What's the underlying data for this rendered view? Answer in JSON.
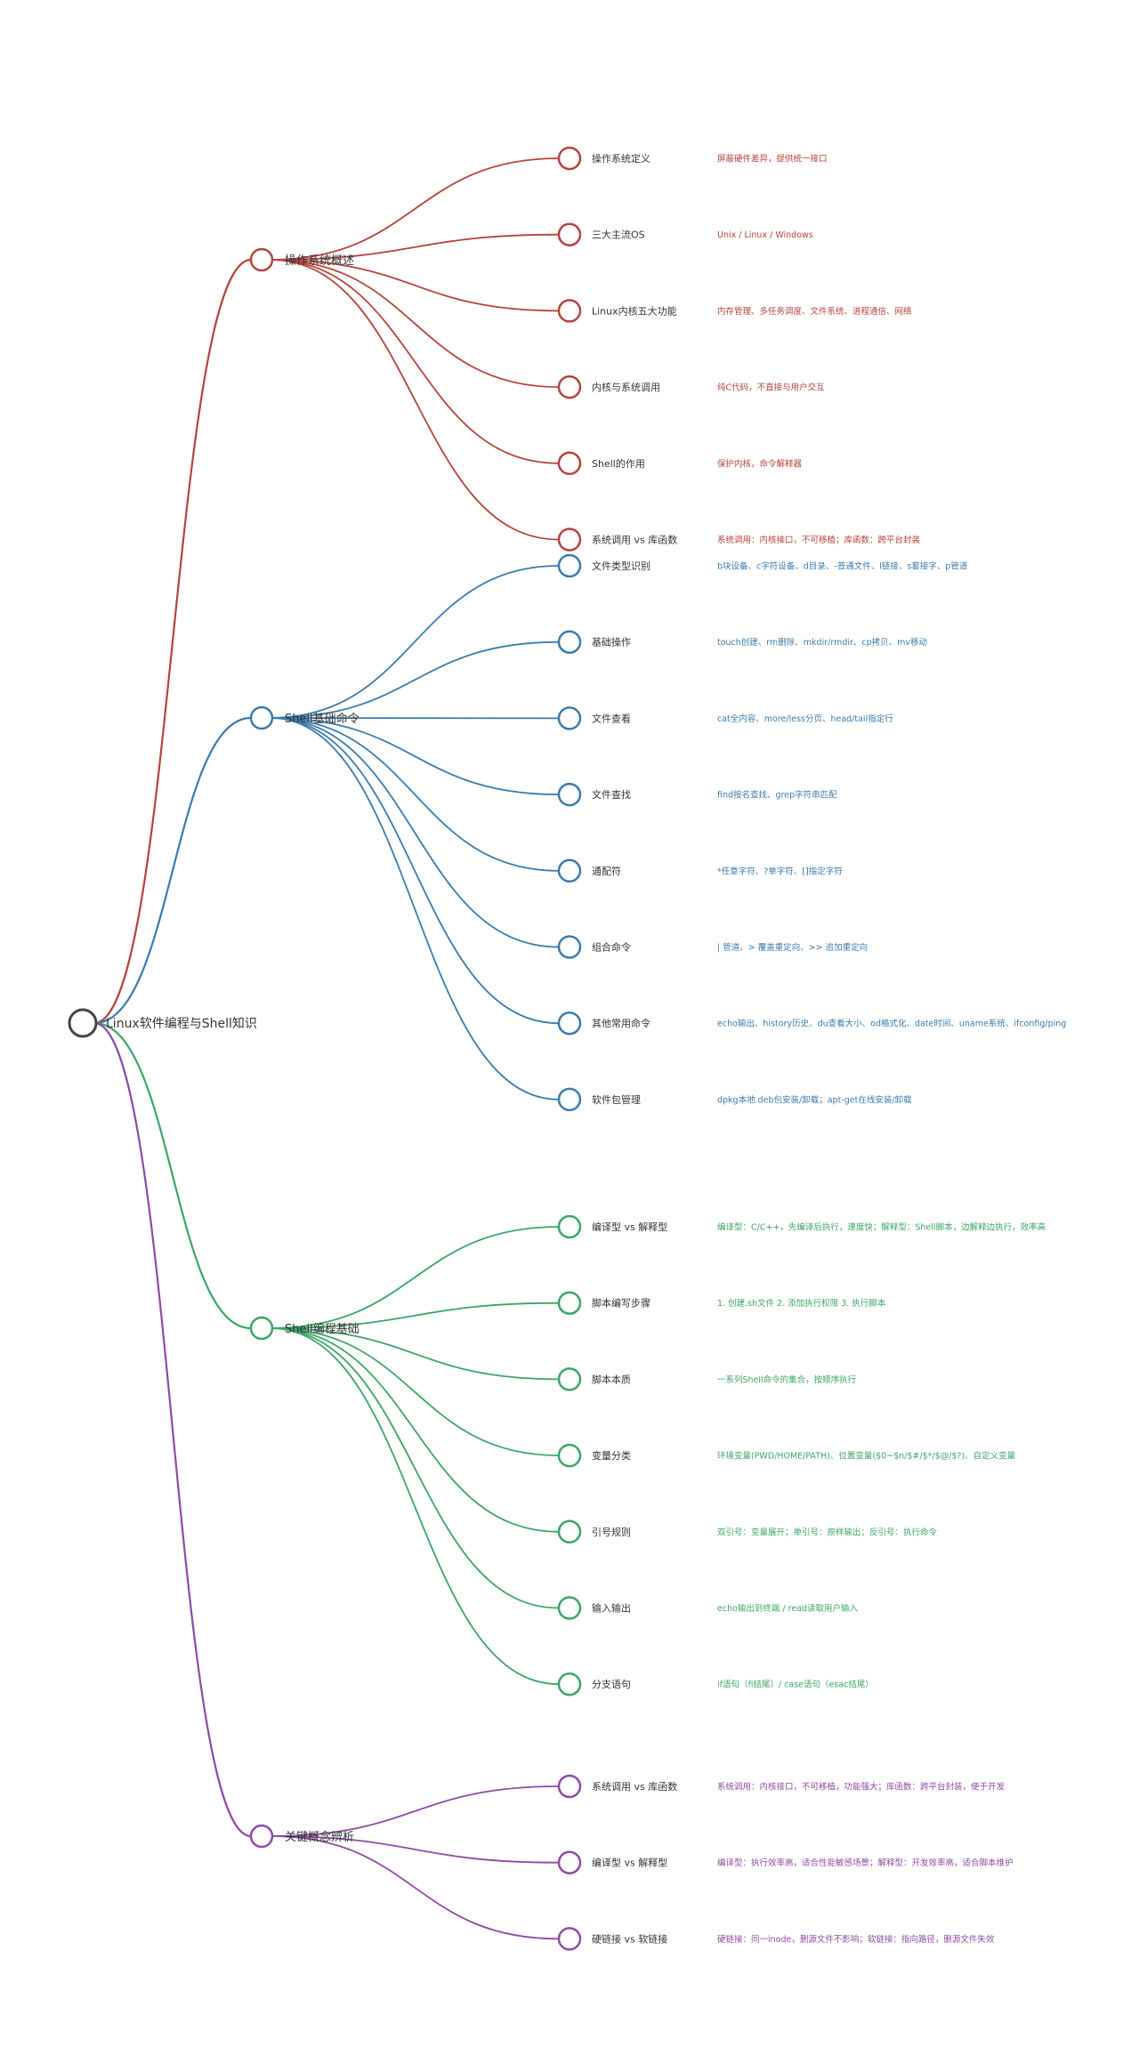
{
  "root": {
    "label": "Linux软件编程与Shell知识",
    "color": "#444444"
  },
  "branches": [
    {
      "label": "操作系统概述",
      "color": "#b5433b",
      "leaves": [
        {
          "label": "操作系统定义",
          "desc": "屏蔽硬件差异，提供统一接口"
        },
        {
          "label": "三大主流OS",
          "desc": "Unix / Linux / Windows"
        },
        {
          "label": "Linux内核五大功能",
          "desc": "内存管理、多任务调度、文件系统、进程通信、网络"
        },
        {
          "label": "内核与系统调用",
          "desc": "纯C代码，不直接与用户交互"
        },
        {
          "label": "Shell的作用",
          "desc": "保护内核，命令解释器"
        },
        {
          "label": "系统调用 vs 库函数",
          "desc": "系统调用：内核接口，不可移植；库函数：跨平台封装"
        }
      ]
    },
    {
      "label": "Shell基础命令",
      "color": "#3a7bad",
      "leaves": [
        {
          "label": "文件类型识别",
          "desc": "b块设备、c字符设备、d目录、-普通文件、l链接、s套接字、p管道"
        },
        {
          "label": "基础操作",
          "desc": "touch创建、rm删除、mkdir/rmdir、cp拷贝、mv移动"
        },
        {
          "label": "文件查看",
          "desc": "cat全内容、more/less分页、head/tail指定行"
        },
        {
          "label": "文件查找",
          "desc": "find按名查找、grep字符串匹配"
        },
        {
          "label": "通配符",
          "desc": "*任意字符、?单字符、[]指定字符"
        },
        {
          "label": "组合命令",
          "desc": "| 管道、> 覆盖重定向、>> 追加重定向"
        },
        {
          "label": "其他常用命令",
          "desc": "echo输出、history历史、du查看大小、od格式化、date时间、uname系统、ifconfig/ping"
        },
        {
          "label": "软件包管理",
          "desc": "dpkg本地.deb包安装/卸载；apt-get在线安装/卸载"
        }
      ]
    },
    {
      "label": "Shell编程基础",
      "color": "#3aa666",
      "leaves": [
        {
          "label": "编译型 vs 解释型",
          "desc": "编译型：C/C++，先编译后执行，速度快；解释型：Shell脚本，边解释边执行，效率高"
        },
        {
          "label": "脚本编写步骤",
          "desc": "1. 创建.sh文件  2. 添加执行权限  3. 执行脚本"
        },
        {
          "label": "脚本本质",
          "desc": "一系列Shell命令的集合，按顺序执行"
        },
        {
          "label": "变量分类",
          "desc": "环境变量(PWD/HOME/PATH)、位置变量($0~$n/$#/$*/$@/$?)、自定义变量"
        },
        {
          "label": "引号规则",
          "desc": "双引号：变量展开；单引号：原样输出；反引号：执行命令"
        },
        {
          "label": "输入输出",
          "desc": "echo输出到终端 / read读取用户输入"
        },
        {
          "label": "分支语句",
          "desc": "if语句（fi结尾）/ case语句（esac结尾）"
        }
      ]
    },
    {
      "label": "关键概念辨析",
      "color": "#8e4aa6",
      "leaves": [
        {
          "label": "系统调用 vs 库函数",
          "desc": "系统调用：内核接口，不可移植，功能强大；库函数：跨平台封装，便于开发"
        },
        {
          "label": "编译型 vs 解释型",
          "desc": "编译型：执行效率高，适合性能敏感场景；解释型：开发效率高，适合脚本维护"
        },
        {
          "label": "硬链接 vs 软链接",
          "desc": "硬链接：同一inode，删源文件不影响；软链接：指向路径，删源文件失效"
        }
      ]
    }
  ]
}
